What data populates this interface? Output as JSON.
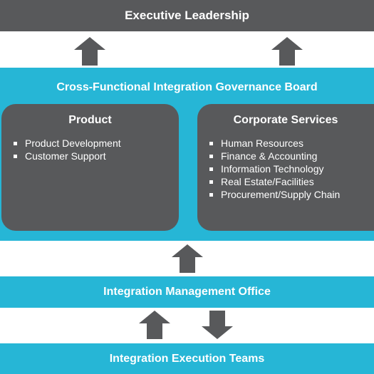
{
  "executive": {
    "label": "Executive Leadership"
  },
  "board": {
    "title": "Cross-Functional Integration Governance Board",
    "product": {
      "title": "Product",
      "items": [
        "Product Development",
        "Customer Support"
      ]
    },
    "corporate": {
      "title": "Corporate Services",
      "items": [
        "Human Resources",
        "Finance & Accounting",
        "Information Technology",
        "Real Estate/Facilities",
        "Procurement/Supply Chain"
      ]
    }
  },
  "imo": {
    "label": "Integration Management Office"
  },
  "teams": {
    "label": "Integration Execution Teams"
  },
  "colors": {
    "dark": "#58595b",
    "teal": "#26b6d6",
    "arrow": "#58595b"
  },
  "icons": [
    "arrow-up-icon",
    "arrow-down-icon",
    "bullet-icon"
  ]
}
